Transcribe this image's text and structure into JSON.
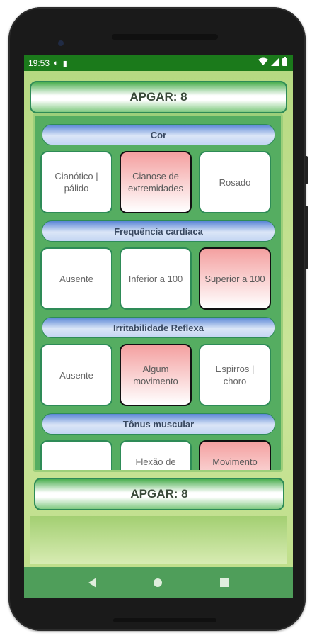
{
  "status": {
    "time": "19:53"
  },
  "score_top": "APGAR: 8",
  "score_bottom": "APGAR: 8",
  "sections": [
    {
      "header": "Cor",
      "options": [
        "Cianótico | pálido",
        "Cianose de extremidades",
        "Rosado"
      ],
      "selected": 1
    },
    {
      "header": "Frequência cardíaca",
      "options": [
        "Ausente",
        "Inferior a 100",
        "Superior a 100"
      ],
      "selected": 2
    },
    {
      "header": "Irritabilidade Reflexa",
      "options": [
        "Ausente",
        "Algum movimento",
        "Espirros | choro"
      ],
      "selected": 1
    },
    {
      "header": "Tônus muscular",
      "options": [
        "",
        "Flexão de",
        "Movimento"
      ],
      "selected": 2
    }
  ],
  "colors": {
    "status_bar": "#1b7a1b",
    "panel": "#55ad61",
    "selected_option": "#f4a0a0",
    "header_blue": "#5a86d6",
    "nav_bar": "#4f9e5a"
  }
}
